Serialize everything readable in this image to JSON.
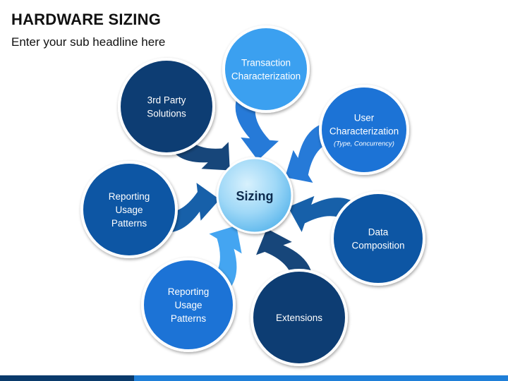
{
  "header": {
    "title": "HARDWARE SIZING",
    "subtitle": "Enter your sub headline here"
  },
  "center": {
    "label": "Sizing"
  },
  "nodes": [
    {
      "lines": [
        "Transaction",
        "Characterization"
      ],
      "sub": ""
    },
    {
      "lines": [
        "User",
        "Characterization"
      ],
      "sub": "(Type, Concurrency)"
    },
    {
      "lines": [
        "Data",
        "Composition"
      ],
      "sub": ""
    },
    {
      "lines": [
        "Extensions"
      ],
      "sub": ""
    },
    {
      "lines": [
        "Reporting",
        "Usage",
        "Patterns"
      ],
      "sub": ""
    },
    {
      "lines": [
        "Reporting",
        "Usage",
        "Patterns"
      ],
      "sub": ""
    },
    {
      "lines": [
        "3rd Party",
        "Solutions"
      ],
      "sub": ""
    }
  ],
  "colors": {
    "navy": "#0b3c73",
    "dark_blue": "#0b57a4",
    "mid_blue": "#1a73d6",
    "light_blue": "#3aa0f0",
    "center_fill": "#9fd8f7",
    "bar_dark": "#0a3a6b",
    "bar_light": "#1f7fd8"
  }
}
